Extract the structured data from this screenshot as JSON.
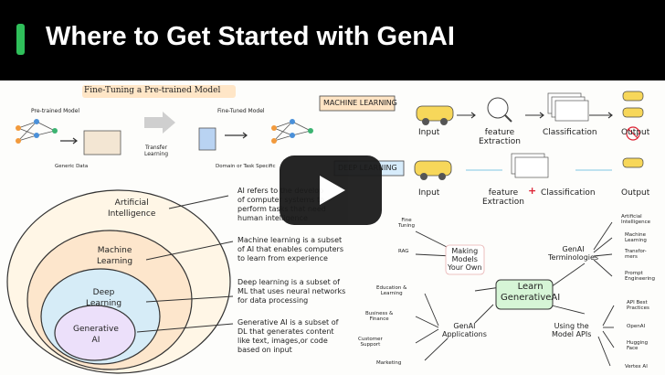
{
  "header": {
    "title": "Where to Get Started with GenAI",
    "accent": "#2fbf5a"
  },
  "finetune": {
    "title": "Fine-Tuning a Pre-trained Model",
    "pretrained": "Pre-trained Model",
    "finetuned": "Fine-Tuned Model",
    "generic": "Generic Data",
    "transfer": "Transfer\nLearning",
    "domain": "Domain or Task Specific"
  },
  "ml": {
    "label": "MACHINE LEARNING",
    "input": "Input",
    "feature": "feature\nExtraction",
    "classification": "Classification",
    "output": "Output"
  },
  "dl": {
    "label": "DEEP LEARNING",
    "input": "Input",
    "feature": "feature\nExtraction",
    "plus": "+",
    "classification": "Classification",
    "output": "Output"
  },
  "circles": {
    "ai": "Artificial\nIntelligence",
    "ml": "Machine\nLearning",
    "dl": "Deep\nLearning",
    "gen": "Generative\nAI"
  },
  "defs": {
    "ai": "AI refers to the develop\nof computer systems to\nperform tasks that need\nhuman intelligence",
    "ml": "Machine learning is a subset\nof AI that enables computers\nto learn from experience",
    "dl": "Deep learning is a subset of\nML that uses neural networks\nfor data processing",
    "gen": "Generative AI is a subset of\nDL that generates content\nlike text, images,or code\nbased on input"
  },
  "mindmap": {
    "making": "Making\nModels\nYour Own",
    "finetuning": "Fine\nTuning",
    "rag": "RAG",
    "terms": "GenAI\nTerminologies",
    "learn": "Learn\nGenerativeAI",
    "apps": "GenAI\nApplications",
    "apis": "Using the\nModel APIs",
    "edu": "Education &\nLearning",
    "biz": "Business &\nFinance",
    "cust": "Customer\nSupport",
    "mkt": "Marketing",
    "t_ai": "Artificial\nIntelligence",
    "t_ml": "Machine\nLearning",
    "t_tr": "Transfor-\nmers",
    "t_pe": "Prompt\nEngineering",
    "a_best": "API Best\nPractices",
    "a_openai": "OpenAI",
    "a_hf": "Hugging\nFace",
    "a_vertex": "Vertex AI"
  },
  "video": {
    "play_icon": "play-icon"
  }
}
